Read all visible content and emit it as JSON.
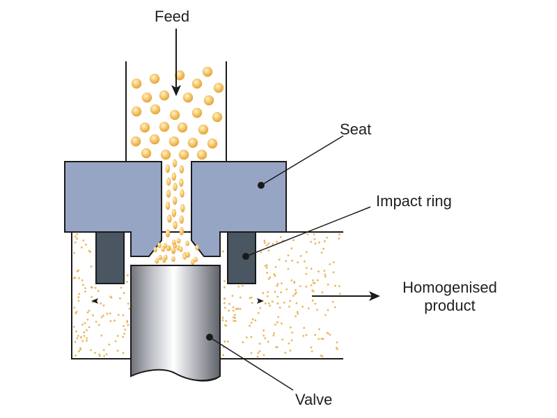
{
  "labels": {
    "feed": "Feed",
    "seat": "Seat",
    "impact_ring": "Impact ring",
    "homogenised_line1": "Homogenised",
    "homogenised_line2": "product",
    "valve": "Valve"
  },
  "colors": {
    "seat": "#97a5c4",
    "impact_ring": "#4a5662",
    "particle": "#f2c36b",
    "particle_dark": "#e8a840",
    "valve_light": "#ffffff",
    "valve_dark": "#6d7077",
    "outline": "#1a1a1a"
  }
}
